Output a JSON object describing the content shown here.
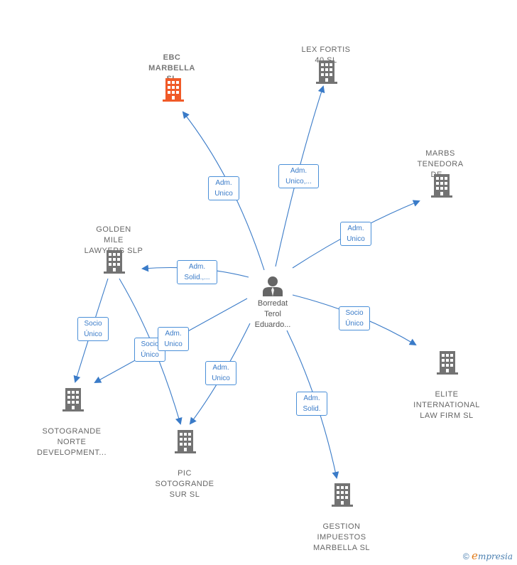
{
  "colors": {
    "edge": "#3a7bc8",
    "building": "#737373",
    "highlight_building": "#f05a28"
  },
  "center": {
    "icon": "person-icon",
    "label": "Borredat\nTerol\nEduardo..."
  },
  "companies": [
    {
      "id": "ebc",
      "label": "EBC\nMARBELLA\nSL",
      "highlight": true,
      "icon": "building-icon"
    },
    {
      "id": "lexfortis",
      "label": "LEX FORTIS\n40  SL",
      "highlight": false,
      "icon": "building-icon"
    },
    {
      "id": "marbs",
      "label": "MARBS\nTENEDORA\nDE...",
      "highlight": false,
      "icon": "building-icon"
    },
    {
      "id": "golden",
      "label": "GOLDEN\nMILE\nLAWYERS  SLP",
      "highlight": false,
      "icon": "building-icon"
    },
    {
      "id": "elite",
      "label": "ELITE\nINTERNATIONAL\nLAW FIRM  SL",
      "highlight": false,
      "icon": "building-icon"
    },
    {
      "id": "sotonorte",
      "label": "SOTOGRANDE\nNORTE\nDEVELOPMENT...",
      "highlight": false,
      "icon": "building-icon"
    },
    {
      "id": "pic",
      "label": "PIC\nSOTOGRANDE\nSUR  SL",
      "highlight": false,
      "icon": "building-icon"
    },
    {
      "id": "gestion",
      "label": "GESTION\nIMPUESTOS\nMARBELLA  SL",
      "highlight": false,
      "icon": "building-icon"
    }
  ],
  "edge_labels": [
    {
      "id": "e-ebc",
      "text": "Adm.\nUnico"
    },
    {
      "id": "e-lex",
      "text": "Adm.\nUnico,..."
    },
    {
      "id": "e-marbs",
      "text": "Adm.\nUnico"
    },
    {
      "id": "e-golden",
      "text": "Adm.\nSolid.,..."
    },
    {
      "id": "e-elite",
      "text": "Socio\nÚnico"
    },
    {
      "id": "e-golden-norte",
      "text": "Socio\nÚnico"
    },
    {
      "id": "e-golden-pic",
      "text": "Socio\nÚnico"
    },
    {
      "id": "e-norte",
      "text": "Adm.\nUnico"
    },
    {
      "id": "e-pic",
      "text": "Adm.\nUnico"
    },
    {
      "id": "e-gestion",
      "text": "Adm.\nSolid."
    }
  ],
  "footer": {
    "copyright": "©",
    "brand_initial": "e",
    "brand_rest": "mpresia"
  }
}
